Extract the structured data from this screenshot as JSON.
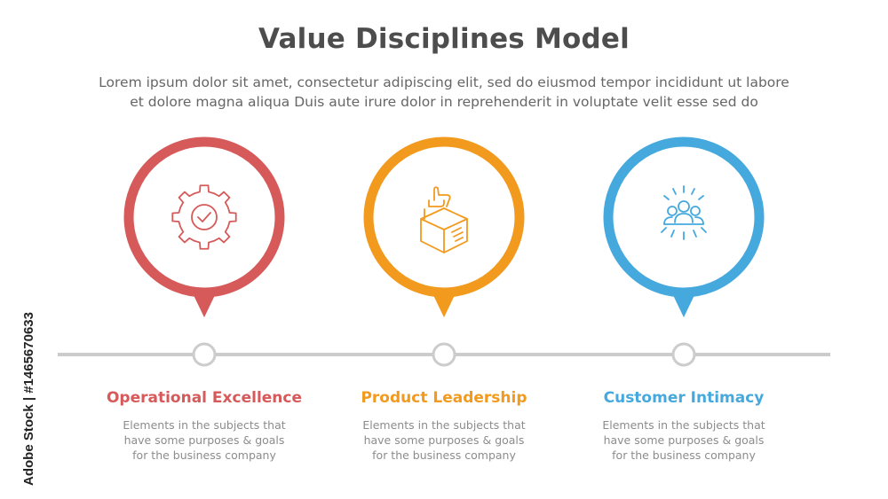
{
  "title": "Value Disciplines Model",
  "subtitle_line1": "Lorem ipsum dolor sit amet, consectetur adipiscing elit, sed do eiusmod tempor incididunt ut labore",
  "subtitle_line2": "et dolore magna aliqua Duis aute irure dolor in reprehenderit in voluptate velit esse sed do",
  "stock_credit": "Adobe Stock | #1465670633",
  "timeline_color": "#cccccc",
  "items": [
    {
      "label": "Operational Excellence",
      "color": "#d65a5a",
      "icon": "gear-check-icon",
      "desc_line1": "Elements in the subjects that",
      "desc_line2": "have  some purposes & goals",
      "desc_line3": "for the  business company"
    },
    {
      "label": "Product Leadership",
      "color": "#f29a1d",
      "icon": "box-thumbs-up-icon",
      "desc_line1": "Elements in the subjects that",
      "desc_line2": "have  some purposes & goals",
      "desc_line3": "for the  business company"
    },
    {
      "label": "Customer Intimacy",
      "color": "#46a9de",
      "icon": "team-people-icon",
      "desc_line1": "Elements in the subjects that",
      "desc_line2": "have  some purposes & goals",
      "desc_line3": "for the  business company"
    }
  ]
}
